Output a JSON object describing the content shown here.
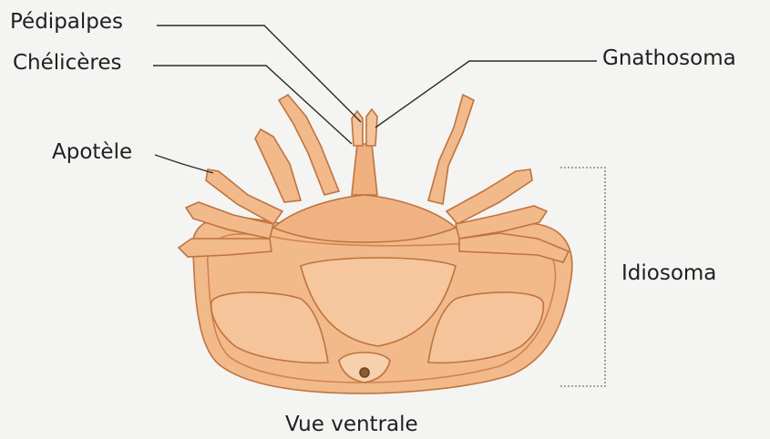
{
  "labels": {
    "pedipalpes": "Pédipalpes",
    "cheliceres": "Chélicères",
    "gnathosoma": "Gnathosoma",
    "apotele": "Apotèle",
    "idiosoma": "Idiosoma"
  },
  "caption": "Vue ventrale",
  "colors": {
    "background": "#f4f4f2",
    "body_fill": "#f2b98a",
    "outline": "#c0733e",
    "shadow": "#e09a64",
    "leader_line": "#2b2b2b",
    "bracket": "#8a8a8a"
  }
}
